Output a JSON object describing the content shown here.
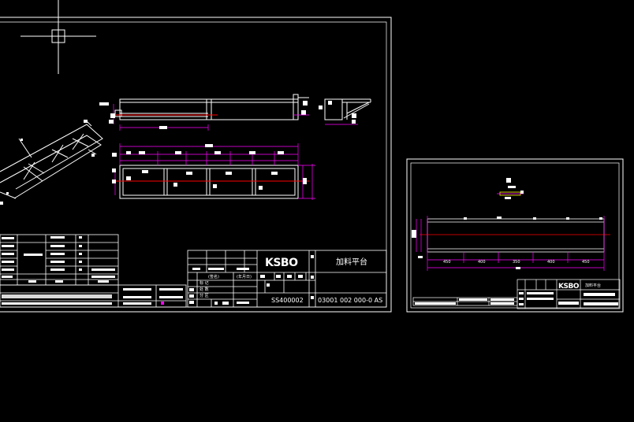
{
  "sheet_main": {
    "logo": "KSBO",
    "drawing_title": "加料平台",
    "part_no": "SS400002",
    "drawing_no": "03001 002 000-0 AS",
    "approval_rows": [
      "标 记",
      "处 数",
      "分 区"
    ],
    "header_cells": [
      "(签名)",
      "(年月日)"
    ]
  },
  "sheet_small": {
    "logo": "KSBO",
    "drawing_title": "加料平台",
    "dims": [
      "450",
      "400",
      "350",
      "400",
      "450"
    ]
  },
  "colors": {
    "background": "#000000",
    "line": "#ffffff",
    "dimension": "#ff00ff",
    "centerline": "#ff0000",
    "highlight": "#ffff00"
  }
}
